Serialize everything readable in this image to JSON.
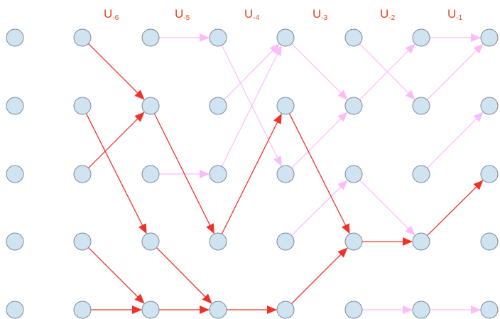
{
  "colors": {
    "node_fill": "#cfe3f1",
    "node_stroke": "#7b8a96",
    "strong_edge": "#f0312a",
    "faint_edge": "#fcbcfa",
    "label": "#e8471a"
  },
  "labels": [
    {
      "main": "U",
      "sub": "-6"
    },
    {
      "main": "U",
      "sub": "-5"
    },
    {
      "main": "U",
      "sub": "-4"
    },
    {
      "main": "U",
      "sub": "-3"
    },
    {
      "main": "U",
      "sub": "-2"
    },
    {
      "main": "U",
      "sub": "-1"
    }
  ],
  "grid": {
    "columns": 8,
    "rows": 5
  },
  "edges": {
    "strong": [
      [
        1,
        0,
        2,
        1
      ],
      [
        1,
        1,
        2,
        3
      ],
      [
        1,
        2,
        2,
        1
      ],
      [
        1,
        3,
        2,
        4
      ],
      [
        1,
        4,
        2,
        4
      ],
      [
        2,
        1,
        3,
        3
      ],
      [
        2,
        3,
        3,
        4
      ],
      [
        2,
        4,
        3,
        4
      ],
      [
        3,
        3,
        4,
        1
      ],
      [
        3,
        4,
        4,
        4
      ],
      [
        4,
        1,
        5,
        3
      ],
      [
        4,
        4,
        5,
        3
      ],
      [
        5,
        3,
        6,
        3
      ],
      [
        6,
        3,
        7,
        2
      ]
    ],
    "faint": [
      [
        2,
        0,
        3,
        0
      ],
      [
        2,
        2,
        3,
        2
      ],
      [
        3,
        0,
        4,
        2
      ],
      [
        3,
        1,
        4,
        0
      ],
      [
        3,
        2,
        4,
        0
      ],
      [
        4,
        0,
        5,
        1
      ],
      [
        4,
        2,
        5,
        1
      ],
      [
        4,
        3,
        5,
        2
      ],
      [
        5,
        0,
        6,
        1
      ],
      [
        5,
        1,
        6,
        0
      ],
      [
        5,
        2,
        6,
        3
      ],
      [
        5,
        4,
        6,
        4
      ],
      [
        6,
        0,
        7,
        0
      ],
      [
        6,
        1,
        7,
        0
      ],
      [
        6,
        2,
        7,
        1
      ],
      [
        6,
        4,
        7,
        4
      ]
    ]
  }
}
